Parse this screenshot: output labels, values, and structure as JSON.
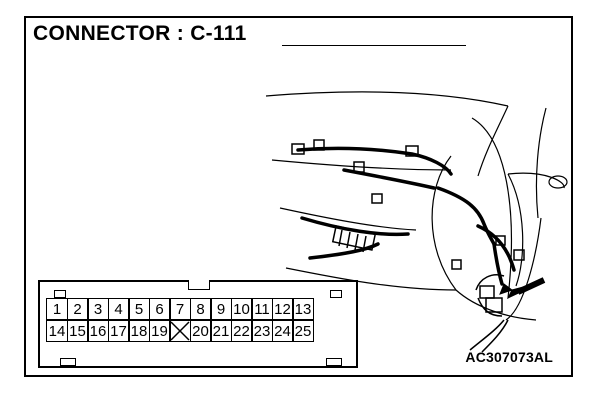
{
  "title": "CONNECTOR : C-111",
  "diagram_code": "AC307073AL",
  "connector": {
    "row1": [
      "1",
      "2",
      "3",
      "4",
      "5",
      "6",
      "7",
      "8",
      "9",
      "10",
      "11",
      "12",
      "13"
    ],
    "row2": [
      "14",
      "15",
      "16",
      "17",
      "18",
      "19",
      "",
      "20",
      "21",
      "22",
      "23",
      "24",
      "25"
    ]
  }
}
